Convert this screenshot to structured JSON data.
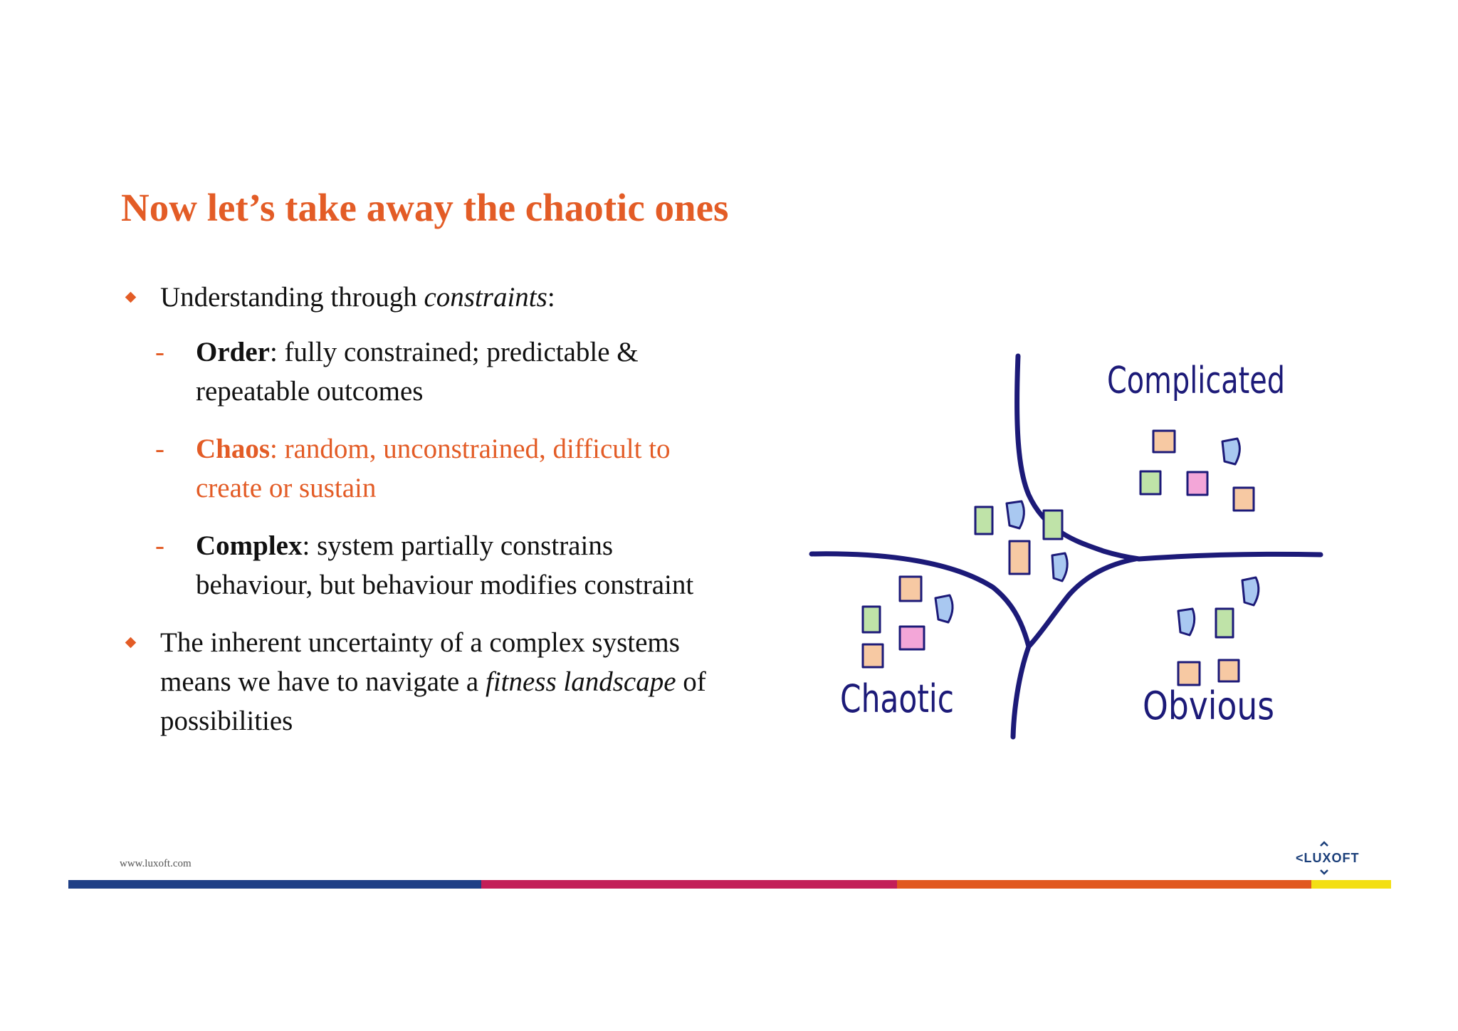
{
  "slide": {
    "title": "Now let’s take away the chaotic ones",
    "bullets": [
      {
        "text_plain": "Understanding through ",
        "text_italic": "constraints",
        "text_after": ":"
      },
      {
        "text_plain": "The inherent uncertainty of a complex systems means we have to navigate a ",
        "text_italic": "fitness landscape",
        "text_after": " of possibilities"
      }
    ],
    "sub_items": [
      {
        "dash": "-",
        "term": "Order",
        "description": ": fully constrained; predictable & repeatable outcomes"
      },
      {
        "dash": "-",
        "term": "Chaos",
        "description": ": random, unconstrained, difficult to create or sustain"
      },
      {
        "dash": "-",
        "term": "Complex",
        "description": ": system partially constrains behaviour, but behaviour modifies constraint"
      }
    ]
  },
  "diagram": {
    "labels": {
      "top_right": "Complicated",
      "bottom_left": "Chaotic",
      "bottom_right": "Obvious"
    },
    "colors": {
      "line": "#1c1a78",
      "note_outline": "#1c1a78",
      "orange_note": "#f7c9a3",
      "green_note": "#bfe3a8",
      "pink_note": "#f3a6d8",
      "blue_note": "#a9c8f1"
    }
  },
  "footer": {
    "url": "www.luxoft.com",
    "logo_text": "<LUXOFT"
  },
  "brand_colors": {
    "title_orange": "#e35c26",
    "bar_blue": "#1f3f86",
    "bar_red": "#c31f58",
    "bar_orange": "#e1581f",
    "bar_yellow": "#f3df14"
  }
}
